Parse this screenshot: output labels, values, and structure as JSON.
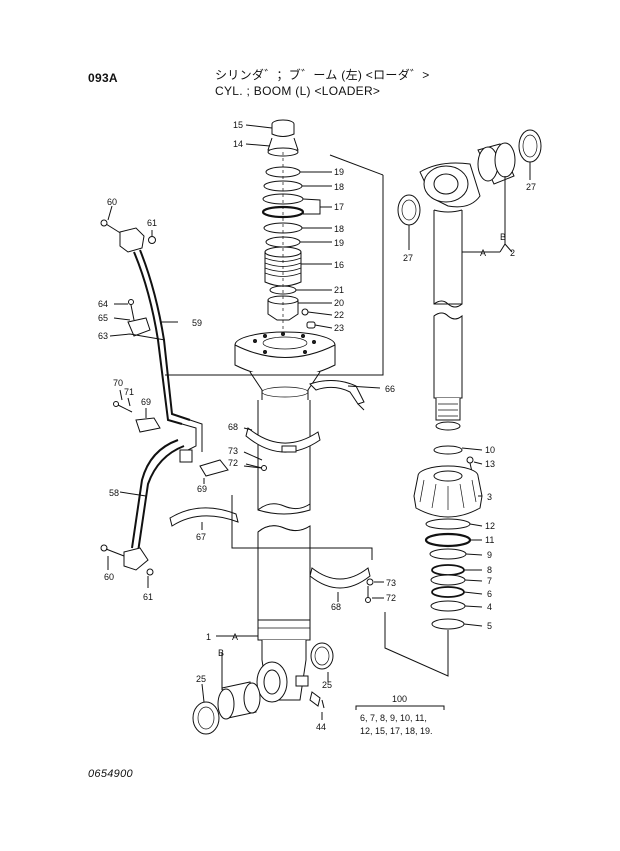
{
  "header": {
    "page_code": "093A",
    "title_jp": "シリンダ゛；ブ゛ーム (左) <ローダ゛>",
    "title_en": "CYL. ; BOOM (L) <LOADER>"
  },
  "footer": {
    "figure_code": "0654900"
  },
  "assembly_note": {
    "number": "100",
    "line1": "6, 7, 8, 9, 10, 11,",
    "line2": "12, 15, 17, 18, 19."
  },
  "callouts": {
    "p15": "15",
    "p14": "14",
    "p19a": "19",
    "p18a": "18",
    "p17": "17",
    "p18b": "18",
    "p19b": "19",
    "p16": "16",
    "p21": "21",
    "p20": "20",
    "p22": "22",
    "p23": "23",
    "p60a": "60",
    "p61a": "61",
    "p59": "59",
    "p64": "64",
    "p65": "65",
    "p63": "63",
    "p70": "70",
    "p71": "71",
    "p69a": "69",
    "p68a": "68",
    "p73a": "73",
    "p72a": "72",
    "p69b": "69",
    "p66": "66",
    "p58": "58",
    "p67": "67",
    "p60b": "60",
    "p61b": "61",
    "p68b": "68",
    "p73b": "73",
    "p72b": "72",
    "p1": "1",
    "pA1": "A",
    "pB1": "B",
    "p25a": "25",
    "p25b": "25",
    "p44": "44",
    "p27a": "27",
    "p27b": "27",
    "pB2": "B",
    "pA2": "A",
    "p2": "2",
    "p10": "10",
    "p13": "13",
    "p3": "3",
    "p12": "12",
    "p11": "11",
    "p9": "9",
    "p8": "8",
    "p7": "7",
    "p6": "6",
    "p4": "4",
    "p5": "5"
  }
}
